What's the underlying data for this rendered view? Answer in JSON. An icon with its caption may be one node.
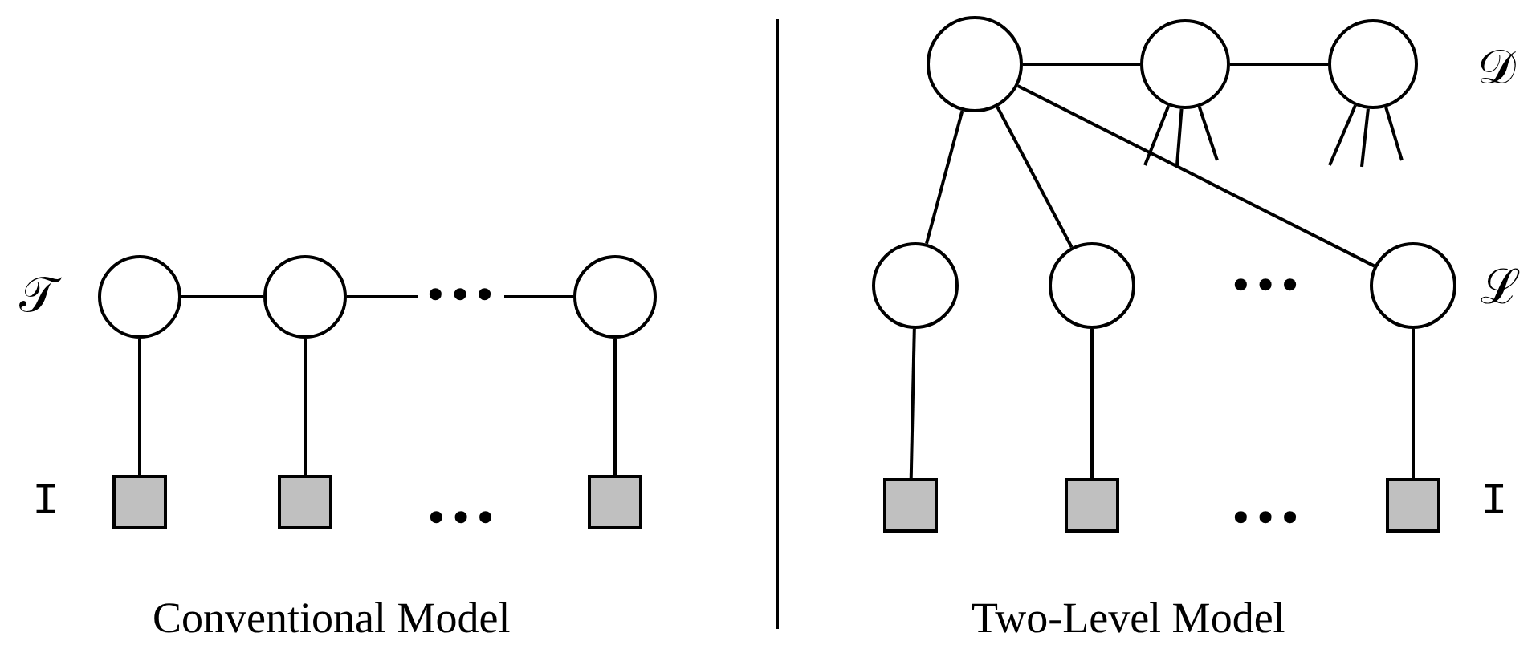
{
  "diagram": {
    "nodes": [
      {
        "text": [],
        "shape": "circle"
      },
      {
        "text": [],
        "shape": "circle"
      },
      {
        "text": [],
        "shape": "circle"
      },
      {
        "text": [],
        "shape": "box"
      },
      {
        "text": [],
        "shape": "box"
      },
      {
        "text": [],
        "shape": "box"
      },
      {
        "text": [],
        "shape": "circle"
      },
      {
        "text": [],
        "shape": "circle"
      },
      {
        "text": [],
        "shape": "circle"
      },
      {
        "text": [],
        "shape": "circle"
      },
      {
        "text": [],
        "shape": "circle"
      },
      {
        "text": [],
        "shape": "circle"
      },
      {
        "text": [],
        "shape": "box"
      },
      {
        "text": [],
        "shape": "box"
      },
      {
        "text": [],
        "shape": "box"
      }
    ],
    "edges": [
      {
        "from": 0,
        "to": 1,
        "arrow": "none"
      },
      {
        "from": 1,
        "to": 2,
        "arrow": "none",
        "label": "•••"
      },
      {
        "from": 0,
        "to": 3,
        "arrow": "none"
      },
      {
        "from": 1,
        "to": 4,
        "arrow": "none"
      },
      {
        "from": 2,
        "to": 5,
        "arrow": "none"
      },
      {
        "from": 6,
        "to": 7,
        "arrow": "none"
      },
      {
        "from": 7,
        "to": 8,
        "arrow": "none"
      },
      {
        "from": 7,
        "to": null,
        "arrow": "none"
      },
      {
        "from": 7,
        "to": null,
        "arrow": "none"
      },
      {
        "from": 7,
        "to": null,
        "arrow": "none"
      },
      {
        "from": 8,
        "to": null,
        "arrow": "none"
      },
      {
        "from": 8,
        "to": null,
        "arrow": "none"
      },
      {
        "from": 8,
        "to": null,
        "arrow": "none"
      },
      {
        "from": 6,
        "to": 9,
        "arrow": "none"
      },
      {
        "from": 6,
        "to": 10,
        "arrow": "none"
      },
      {
        "from": 6,
        "to": 11,
        "arrow": "none"
      },
      {
        "from": 9,
        "to": 12,
        "arrow": "none"
      },
      {
        "from": 10,
        "to": 13,
        "arrow": "none"
      },
      {
        "from": 11,
        "to": 14,
        "arrow": "none"
      }
    ],
    "labels": [
      "𝒟",
      "𝒯",
      "•••",
      "ℒ",
      "I",
      "•••",
      "•••",
      "I",
      "Conventional Model",
      "Two-Level Model"
    ]
  }
}
